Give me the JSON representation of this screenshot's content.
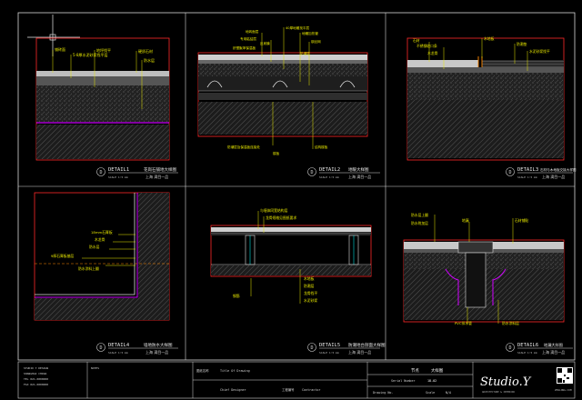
{
  "colors": {
    "background": "#000000",
    "frame": "#d8d8d8",
    "cut_line": "#ff2a2a",
    "leader": "#e6e600",
    "hatch": "#9a9a9a",
    "membrane": "#d000ff",
    "gutter": "#00e0e0"
  },
  "details": [
    {
      "label": "DETAIL1",
      "title": "花岗石铺地大样图",
      "scale": "SCALE 1:5 mm",
      "project": "上海 滴目一品",
      "marker": "D",
      "notes": [
        "铺砖面",
        "5-8厚水泥砂浆找平层",
        "地坪找平",
        "硬质石材",
        "防水层"
      ]
    },
    {
      "label": "DETAIL2",
      "title": "地暖大样图",
      "scale": "SCALE 1:5 mm",
      "project": "上海 滴目一品",
      "marker": "D",
      "notes": [
        "地砖面层",
        "专用粘结层",
        "40厚地暖找平层",
        "地暖加热管",
        "钢丝网",
        "反射膜",
        "挤塑聚苯保温板",
        "结构楼板",
        "防潮层",
        "防潮层及保温板连接处",
        "楼板"
      ]
    },
    {
      "label": "DETAIL3",
      "title": "石材与木地板交接大样图",
      "scale": "SCALE 1:5 mm",
      "project": "上海 滴目一品",
      "marker": "D",
      "notes": [
        "石材",
        "不锈钢收口条",
        "木地板",
        "防潮垫",
        "水泥砂浆找平",
        "木龙骨"
      ]
    },
    {
      "label": "DETAIL4",
      "title": "墙地防水大样图",
      "scale": "SCALE 1:5 mm",
      "project": "上海 滴目一品",
      "marker": "D",
      "notes": [
        "18mm石膏板",
        "木龙骨",
        "防水层",
        "9厚石膏板基层",
        "防水涂料上翻"
      ]
    },
    {
      "label": "DETAIL5",
      "title": "防潮地台剖面大样图",
      "scale": "SCALE 1:5 mm",
      "project": "上海 滴目一品",
      "marker": "D",
      "notes": [
        "与墙体同宽结构层",
        "龙骨规格见图纸要求",
        "钢筋",
        "木地板",
        "防潮层",
        "龙骨找平",
        "水泥砂浆"
      ]
    },
    {
      "label": "DETAIL6",
      "title": "地漏大样图",
      "scale": "SCALE 1:5 mm",
      "project": "上海 滴目一品",
      "marker": "D",
      "notes": [
        "防水层上翻",
        "地漏",
        "石材铺贴",
        "防水附加层",
        "PVC排水管",
        "防水涂料层"
      ]
    }
  ],
  "titleblock": {
    "company_lines": [
      "STUDIO Y DESIGN",
      "SHANGHAI CHINA",
      "TEL 021-0000000",
      "FAX 021-0000000"
    ],
    "notes_block": "NOTES",
    "drawing_label": "图纸名称",
    "drawing_value": "Title Of Drawing",
    "drawing_title": "节点",
    "drawing_subtitle": "大样图",
    "serial_label": "Serial Number",
    "serial_value": "18-02",
    "drawing_no_label": "Drawing No.",
    "scale_label": "Scale",
    "scale_value": "N/A",
    "designer_label": "Chief Designer",
    "contractor_label": "Contractor",
    "project_code_label": "工程编号",
    "logo_text": "Studio.Y",
    "logo_sub": "ARCHITECTURE & INTERIOR",
    "watermark": "ZHULONG.COM"
  }
}
